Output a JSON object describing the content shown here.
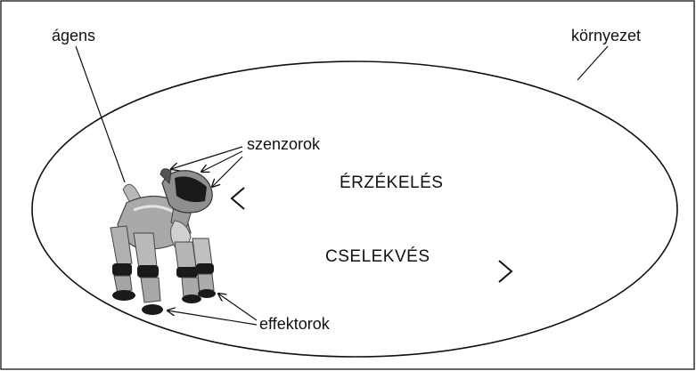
{
  "labels": {
    "agent": "ágens",
    "environment": "környezet",
    "sensors": "szenzorok",
    "perception": "ÉRZÉKELÉS",
    "action": "CSELEKVÉS",
    "effectors": "effektorok"
  },
  "icons": {
    "robot": "robot-dog-icon"
  },
  "colors": {
    "line": "#111111",
    "robot_body": "#a9a9a9",
    "robot_dark": "#1a1a1a"
  }
}
